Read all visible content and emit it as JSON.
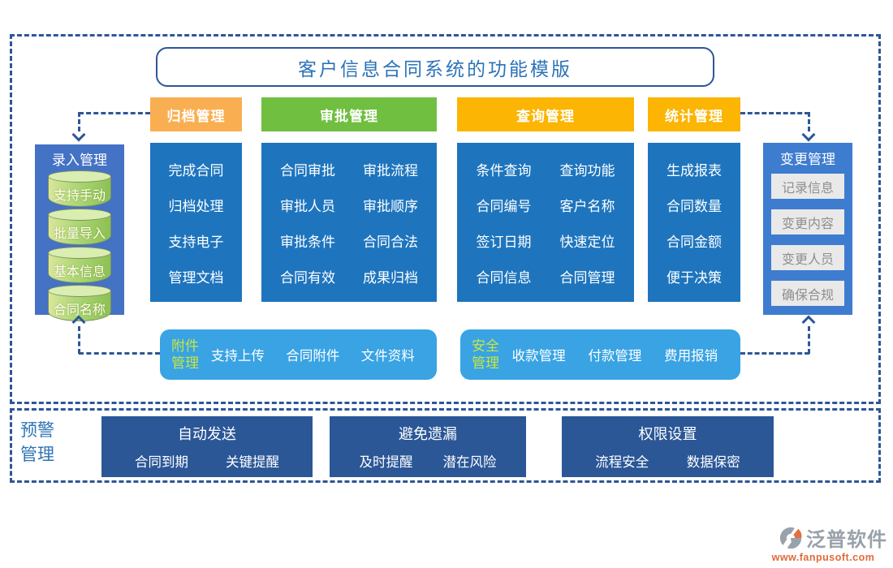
{
  "title": "客户信息合同系统的功能模版",
  "columns": [
    {
      "header": "归档管理",
      "items": [
        "完成合同",
        "归档处理",
        "支持电子",
        "管理文档"
      ]
    },
    {
      "header": "审批管理",
      "items": [
        "合同审批",
        "审批流程",
        "审批人员",
        "审批顺序",
        "审批条件",
        "合同合法",
        "合同有效",
        "成果归档"
      ]
    },
    {
      "header": "查询管理",
      "items": [
        "条件查询",
        "查询功能",
        "合同编号",
        "客户名称",
        "签订日期",
        "快速定位",
        "合同信息",
        "合同管理"
      ]
    },
    {
      "header": "统计管理",
      "items": [
        "生成报表",
        "合同数量",
        "合同金额",
        "便于决策"
      ]
    }
  ],
  "left_panel": {
    "title": "录入管理",
    "items": [
      "支持手动",
      "批量导入",
      "基本信息",
      "合同名称"
    ]
  },
  "right_panel": {
    "title": "变更管理",
    "items": [
      "记录信息",
      "变更内容",
      "变更人员",
      "确保合规"
    ]
  },
  "attachment_bar": {
    "label": "附件管理",
    "items": [
      "支持上传",
      "合同附件",
      "文件资料"
    ]
  },
  "security_bar": {
    "label": "安全管理",
    "items": [
      "收款管理",
      "付款管理",
      "费用报销"
    ]
  },
  "warning_section": {
    "label": "预警管理",
    "boxes": [
      {
        "title": "自动发送",
        "items": [
          "合同到期",
          "关键提醒"
        ]
      },
      {
        "title": "避免遗漏",
        "items": [
          "及时提醒",
          "潜在风险"
        ]
      },
      {
        "title": "权限设置",
        "items": [
          "流程安全",
          "数据保密"
        ]
      }
    ]
  },
  "logo": {
    "name": "泛普软件",
    "url": "www.fanpusoft.com"
  },
  "colors": {
    "archive_header": "#F9AF51",
    "approve_header": "#70BF41",
    "query_header": "#FBB502",
    "stats_header": "#FBB502",
    "column_blue": "#1E75BE",
    "left_panel_blue": "#4472C4",
    "right_panel_blue": "#3E7CCF",
    "bar_light_blue": "#39A3E4",
    "bar_label_green": "#C8E543",
    "warning_navy": "#2B5797",
    "frame_dash_navy": "#2E5697",
    "title_text_blue": "#2C73B8",
    "logo_gray": "#99A1AA",
    "logo_orange": "#DF6A3C"
  }
}
